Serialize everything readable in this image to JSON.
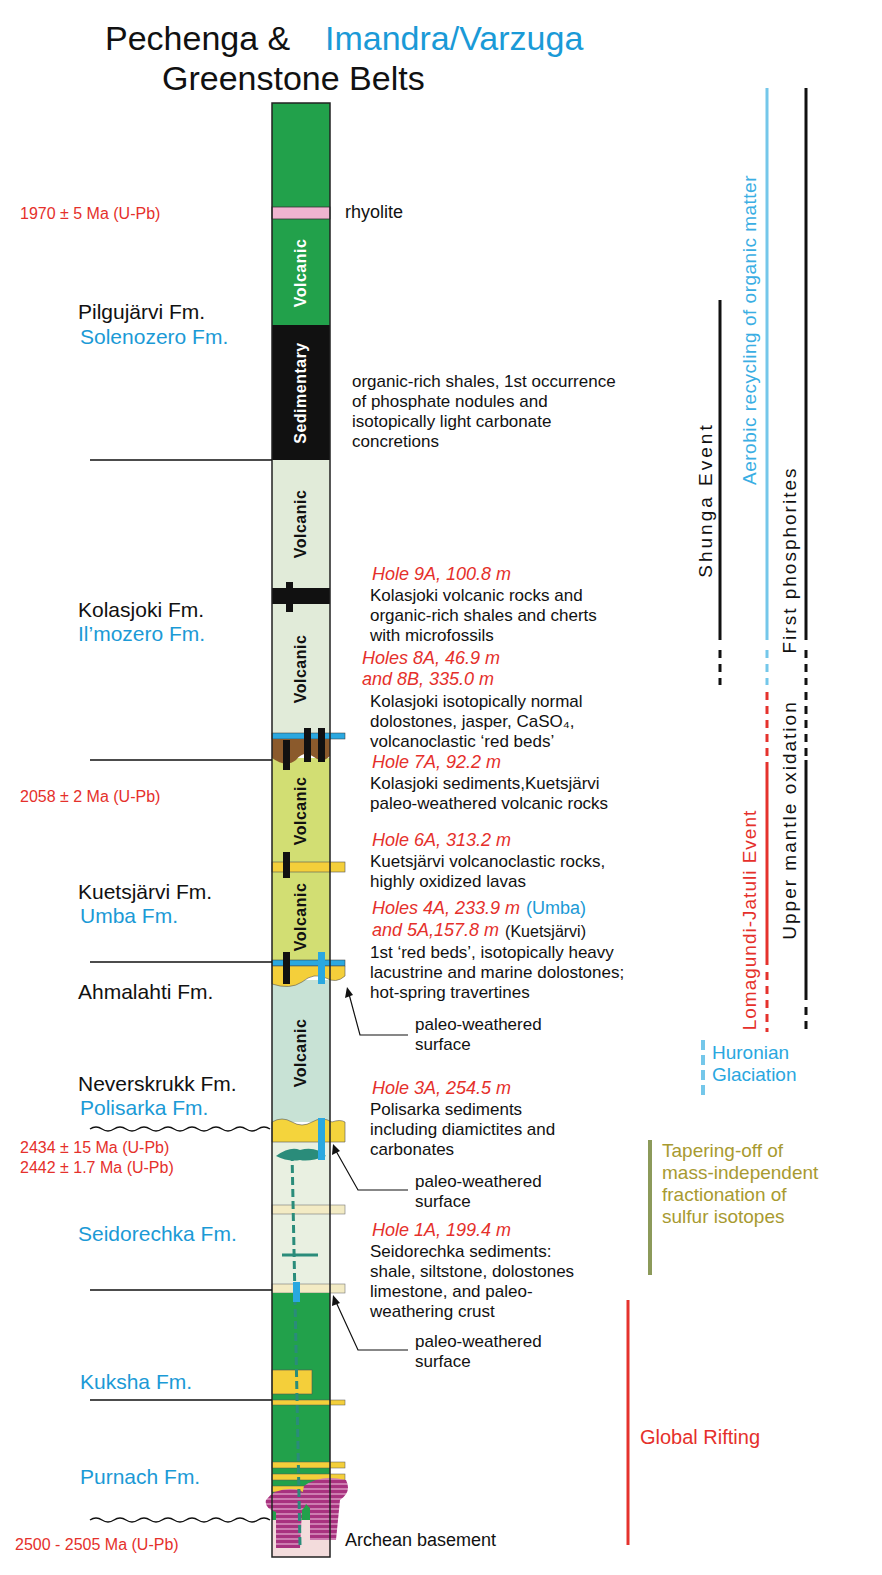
{
  "diagram": {
    "title": "Pechenga & Greenstone Belts",
    "nodes": [
      {
        "text": [
          "Volcanic"
        ]
      },
      {
        "text": [
          "Sedimentary"
        ]
      },
      {
        "text": [
          "Volcanic"
        ]
      },
      {
        "text": [
          "Volcanic"
        ]
      },
      {
        "text": [
          "Volcanic"
        ]
      },
      {
        "text": [
          "Volcanic"
        ]
      },
      {
        "text": [
          "Volcanic"
        ]
      }
    ],
    "labels": [
      "Imandra/Varzuga",
      "1970 ± 5 Ma (U-Pb)",
      "rhyolite",
      "Pilgujärvi Fm.",
      "Solenozero Fm.",
      "organic-rich shales, 1st occurrence of phosphate nodules and isotopically light carbonate concretions",
      "Kolasjoki Fm.",
      "Il’mozero Fm.",
      "Hole 9A, 100.8 m",
      "Kolasjoki volcanic rocks and organic-rich shales and cherts with microfossils",
      "Holes 8A, 46.9 m and 8B, 335.0 m",
      "Kolasjoki isotopically normal dolostones, jasper, CaSO₄, volcanoclastic ‘red beds’",
      "Hole 7A, 92.2 m",
      "2058 ± 2 Ma (U-Pb)",
      "Kolasjoki sediments,Kuetsjärvi paleo-weathered volcanic rocks",
      "Hole 6A, 313.2 m",
      "Kuetsjärvi Fm.",
      "Umba Fm.",
      "Kuetsjärvi volcanoclastic rocks, highly oxidized lavas",
      "Holes 4A, 233.9 m",
      "(Umba)",
      "and 5A,157.8 m",
      "(Kuetsjärvi)",
      "1st ‘red beds’, isotopically heavy lacustrine and marine dolostones; hot-spring travertines",
      "Ahmalahti Fm.",
      "paleo-weathered surface",
      "Neverskrukk Fm.",
      "Polisarka Fm.",
      "Hole 3A, 254.5 m",
      "Polisarka sediments including diamictites and carbonates",
      "2434 ± 15 Ma (U-Pb)",
      "2442 ± 1.7 Ma (U-Pb)",
      "paleo-weathered surface",
      "Seidorechka Fm.",
      "Hole 1A, 199.4 m",
      "Seidorechka sediments: shale, siltstone, dolostones limestone, and paleo-weathering crust",
      "paleo-weathered surface",
      "Kuksha Fm.",
      "Purnach Fm.",
      "2500 - 2505 Ma (U-Pb)",
      "Archean basement",
      "Shunga Event",
      "Aerobic recycling of organic matter",
      "First phosphorites",
      "Lomagundi-Jatuli Event",
      "Upper mantle oxidation",
      "Huronian",
      "Glaciation",
      "Tapering-off of mass-independent fractionation of sulfur isotopes",
      "Global Rifting"
    ]
  }
}
